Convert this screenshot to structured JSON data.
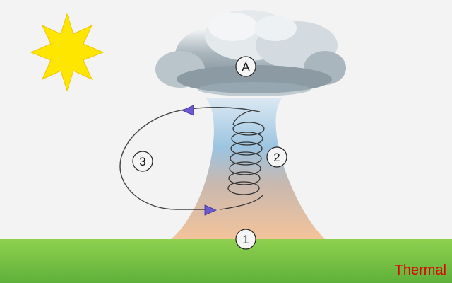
{
  "caption": "Thermal",
  "labels": {
    "cloud": "A",
    "ground": "1",
    "updraft": "2",
    "circulation": "3"
  },
  "colors": {
    "sky": "#f3f3f3",
    "ground_top": "#8fd14f",
    "ground_bottom": "#5fb03a",
    "sun": "#ffe600",
    "caption": "#e00000",
    "thermal_warm": "#f4c49a",
    "thermal_cool": "#9cc4e0",
    "arrow": "#6a5acd"
  },
  "icons": [
    "sun-icon",
    "cloud-icon",
    "spiral-icon",
    "arrow-icon"
  ]
}
